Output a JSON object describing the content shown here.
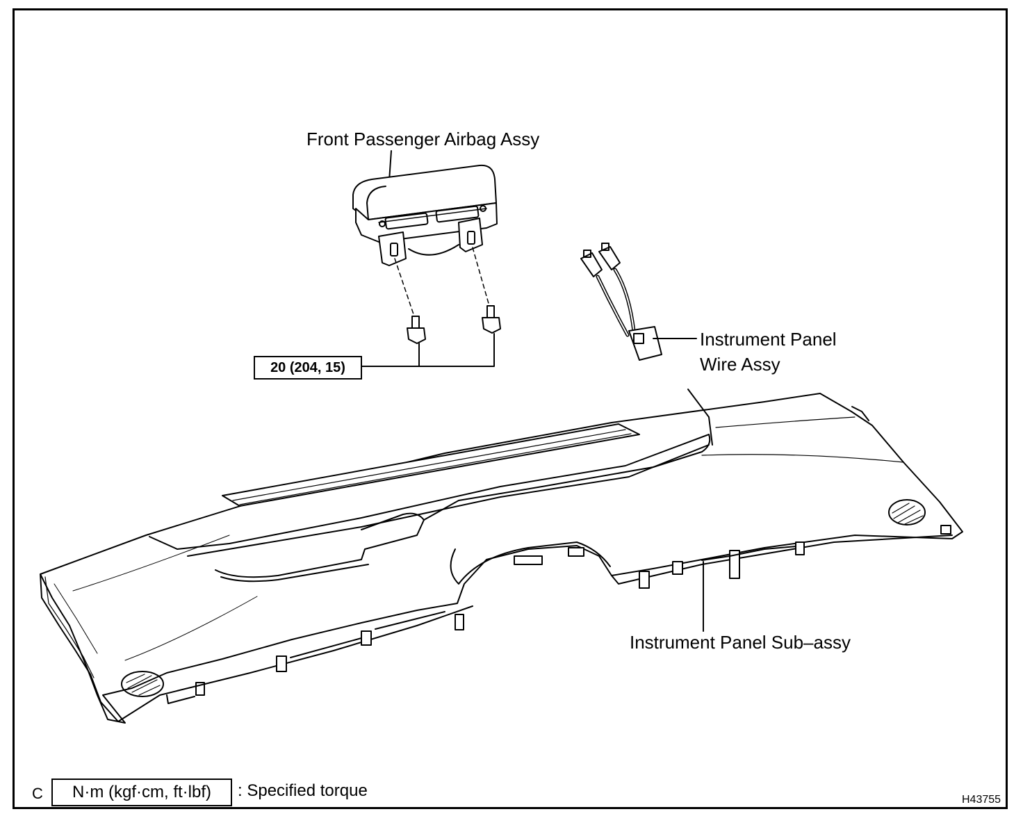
{
  "labels": {
    "airbag": "Front Passenger Airbag Assy",
    "wire_line1": "Instrument Panel",
    "wire_line2": "Wire Assy",
    "panel": "Instrument Panel Sub–assy"
  },
  "torque": {
    "value": "20 (204, 15)"
  },
  "legend": {
    "prefix": "C",
    "units": "N·m (kgf·cm, ft·lbf)",
    "description": ": Specified torque"
  },
  "figure_id": "H43755"
}
